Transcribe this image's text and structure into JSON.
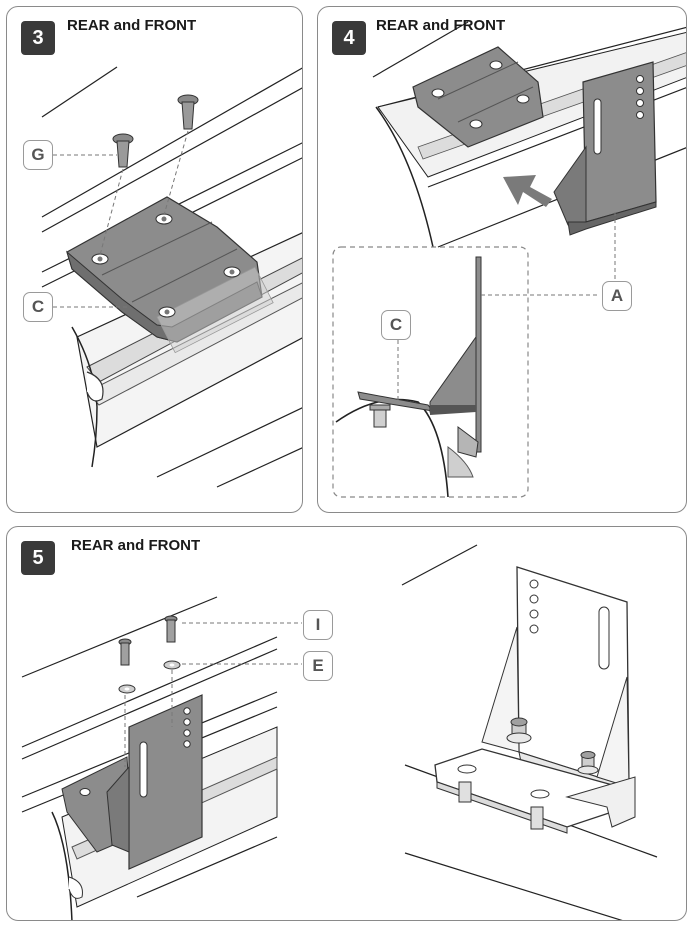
{
  "steps": [
    {
      "number": "3",
      "title": "REAR and FRONT",
      "labels": [
        "G",
        "C"
      ]
    },
    {
      "number": "4",
      "title": "REAR and FRONT",
      "labels": [
        "A",
        "C"
      ]
    },
    {
      "number": "5",
      "title": "REAR and FRONT",
      "labels": [
        "I",
        "E"
      ]
    }
  ],
  "colors": {
    "border": "#8a8a8a",
    "badge": "#3a3a3a",
    "metal": "#8c8c8c",
    "metal_dark": "#6f6f6f",
    "arrow": "#7a7a7a"
  }
}
